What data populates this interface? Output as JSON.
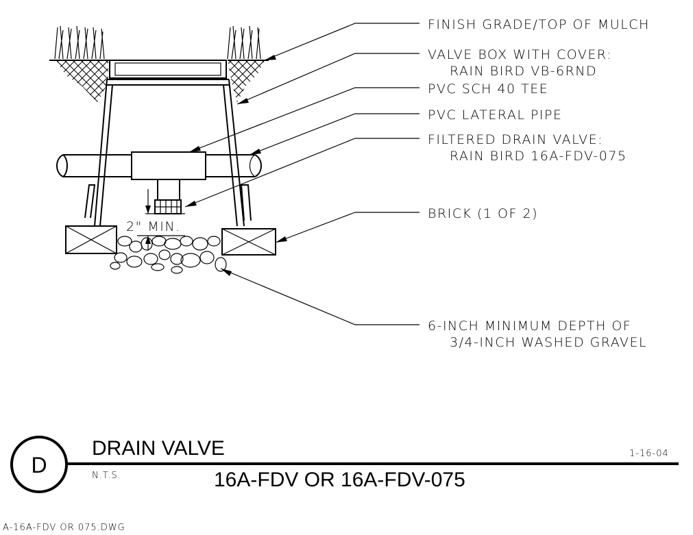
{
  "callouts": {
    "finish_grade": "FINISH GRADE/TOP OF MULCH",
    "valve_box_line1": "VALVE BOX WITH COVER:",
    "valve_box_line2": "RAIN BIRD VB-6RND",
    "tee": "PVC SCH 40 TEE",
    "lateral_pipe": "PVC LATERAL PIPE",
    "drain_valve_line1": "FILTERED DRAIN VALVE:",
    "drain_valve_line2": "RAIN BIRD 16A-FDV-075",
    "brick": "BRICK (1 OF 2)",
    "gravel_line1": "6-INCH MINIMUM DEPTH OF",
    "gravel_line2": "3/4-INCH WASHED GRAVEL"
  },
  "dimension": {
    "clearance_label": "2\" MIN."
  },
  "title_block": {
    "symbol_letter": "D",
    "title": "DRAIN VALVE",
    "scale_note": "N.T.S.",
    "subtitle": "16A-FDV OR 16A-FDV-075",
    "date": "1-16-04",
    "filename": "A-16A-FDV OR 075.DWG"
  },
  "colors": {
    "ink": "#000000",
    "paper": "#ffffff"
  }
}
